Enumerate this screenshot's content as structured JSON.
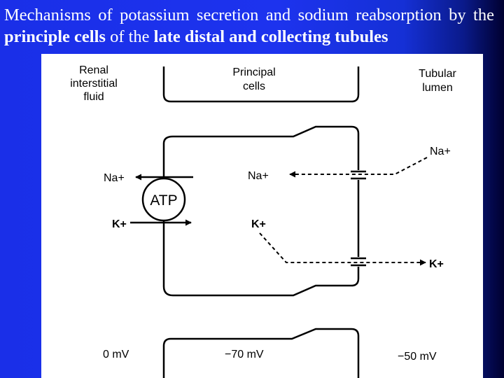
{
  "slide": {
    "title_parts": {
      "p1": "Mechanisms of potassium secretion and sodium reabsorption by the ",
      "b1": "principle cells",
      "p2": " of the ",
      "b2": "late distal and collecting tubules"
    }
  },
  "diagram": {
    "region_labels": {
      "interstitial": [
        "Renal",
        "interstitial",
        "fluid"
      ],
      "cells": [
        "Principal",
        "cells"
      ],
      "lumen": [
        "Tubular",
        "lumen"
      ]
    },
    "pump": {
      "label": "ATP",
      "na_out": "Na+",
      "k_in": "K+"
    },
    "channels": {
      "na_lumen": "Na+",
      "na_cell": "Na+",
      "k_cell": "K+",
      "k_lumen": "K+"
    },
    "potentials": {
      "interstitial": "0 mV",
      "cell": "−70 mV",
      "lumen": "−50 mV"
    }
  }
}
